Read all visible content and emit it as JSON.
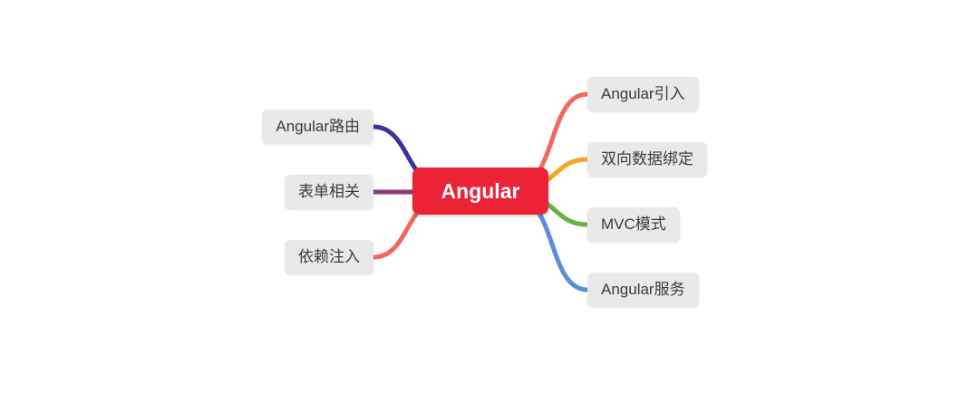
{
  "root": {
    "label": "Angular",
    "bg": "#ec2236",
    "fg": "#ffffff"
  },
  "branches": {
    "left": [
      {
        "label": "Angular路由",
        "color": "#3d31a2"
      },
      {
        "label": "表单相关",
        "color": "#8e3a80"
      },
      {
        "label": "依赖注入",
        "color": "#f2685c"
      }
    ],
    "right": [
      {
        "label": "Angular引入",
        "color": "#f2685c"
      },
      {
        "label": "双向数据绑定",
        "color": "#f5a623"
      },
      {
        "label": "MVC模式",
        "color": "#62b543"
      },
      {
        "label": "Angular服务",
        "color": "#5c8fd6"
      }
    ]
  },
  "node_style": {
    "bg": "#e9e9e9",
    "fg": "#3c3c3c"
  }
}
